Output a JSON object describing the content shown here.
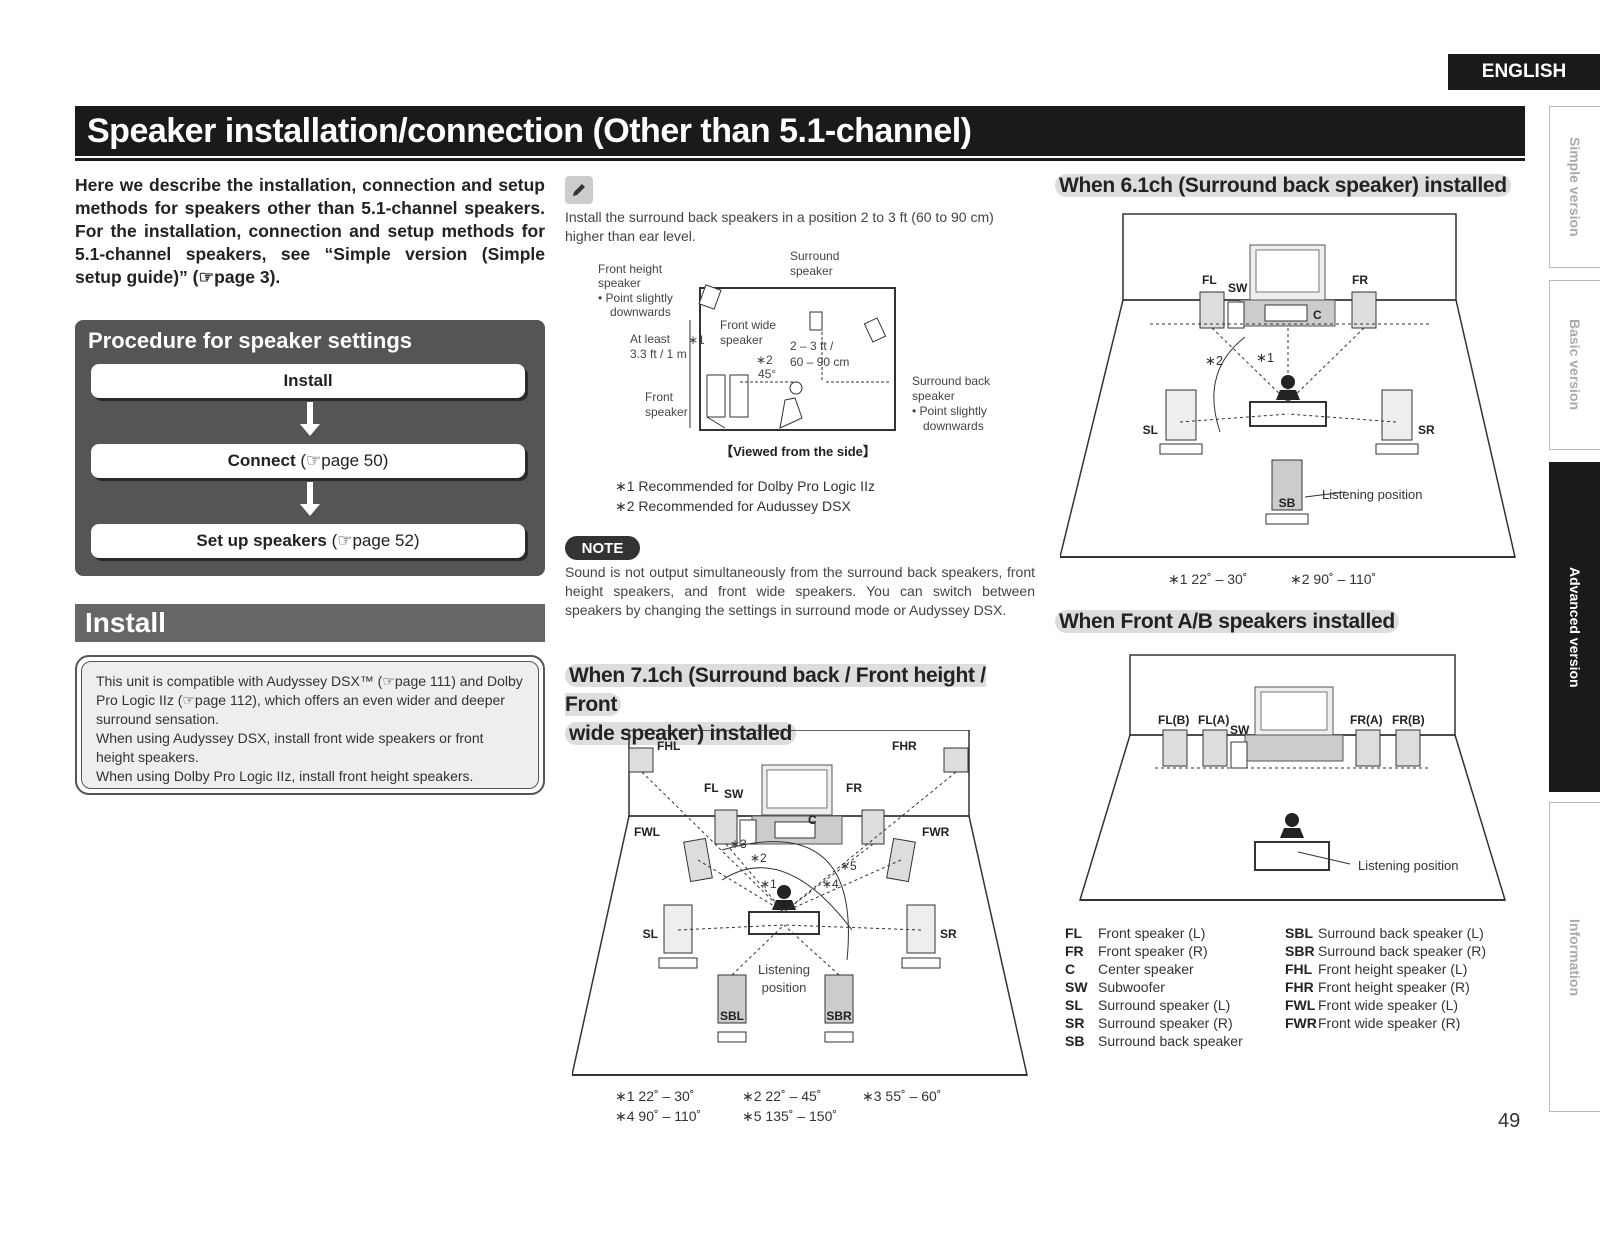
{
  "language_tab": "ENGLISH",
  "title": "Speaker installation/connection (Other than 5.1-channel)",
  "side_tabs": [
    "Simple version",
    "Basic version",
    "Advanced version",
    "Information"
  ],
  "intro": "Here we describe the installation, connection and setup methods for speakers other than 5.1-channel speakers. For the installation, connection and setup methods for 5.1-channel speakers, see “Simple version (Simple setup guide)” (☞page 3).",
  "procedure": {
    "title": "Procedure for speaker settings",
    "steps": [
      {
        "label": "Install",
        "ref": ""
      },
      {
        "label": "Connect",
        "ref": "(☞page 50)"
      },
      {
        "label": "Set up speakers",
        "ref": "(☞page 52)"
      }
    ]
  },
  "install_heading": "Install",
  "install_note": [
    "This unit is compatible with Audyssey DSX™ (☞page 111) and Dolby Pro Logic IIz (☞page 112), which offers an even wider and deeper surround sensation.",
    "When using Audyssey DSX, install front wide speakers or front height speakers.",
    "When using Dolby Pro Logic IIz, install front height speakers."
  ],
  "tip_text": "Install the surround back speakers in a position 2 to 3 ft (60 to 90 cm) higher than ear level.",
  "side_diagram": {
    "front_height": [
      "Front height",
      "speaker",
      "• Point slightly",
      "downwards"
    ],
    "surround": [
      "Surround",
      "speaker"
    ],
    "front_wide": [
      "Front wide",
      "speaker"
    ],
    "at_least": [
      "At least",
      "3.3 ft / 1 m"
    ],
    "gap": [
      "2 – 3 ft /",
      "60 – 90 cm"
    ],
    "angle": "45°",
    "front": [
      "Front",
      "speaker"
    ],
    "surround_back": [
      "Surround back",
      "speaker",
      "• Point slightly",
      "downwards"
    ],
    "caption": "【Viewed from the side】",
    "mark1": "∗1",
    "mark2": "∗2"
  },
  "footnotes_side": [
    "∗1  Recommended for Dolby Pro Logic IIz",
    "∗2  Recommended for Audussey DSX"
  ],
  "note_label": "NOTE",
  "note_text": "Sound is not output simultaneously from the surround back speakers, front height speakers, and front wide speakers. You can switch between speakers by changing the settings in surround mode or Audyssey DSX.",
  "section_71": {
    "heading_line1": "When 7.1ch (Surround back / Front height / Front",
    "heading_line2": "wide speaker) installed",
    "labels": {
      "FHL": "FHL",
      "FHR": "FHR",
      "FL": "FL",
      "FR": "FR",
      "SW": "SW",
      "C": "C",
      "FWL": "FWL",
      "FWR": "FWR",
      "SL": "SL",
      "SR": "SR",
      "SBL": "SBL",
      "SBR": "SBR"
    },
    "listening": [
      "Listening",
      "position"
    ],
    "marks": [
      "∗1",
      "∗2",
      "∗3",
      "∗4",
      "∗5"
    ],
    "footnotes_row1": [
      "∗1  22˚ – 30˚",
      "∗2  22˚ – 45˚",
      "∗3  55˚ – 60˚"
    ],
    "footnotes_row2": [
      "∗4  90˚ – 110˚",
      "∗5  135˚ – 150˚"
    ]
  },
  "section_61": {
    "heading": "When 6.1ch (Surround back speaker) installed",
    "labels": {
      "FL": "FL",
      "SW": "SW",
      "FR": "FR",
      "C": "C",
      "SL": "SL",
      "SR": "SR",
      "SB": "SB"
    },
    "listening": "Listening position",
    "marks": [
      "∗2",
      "∗1"
    ],
    "footnotes": [
      "∗1  22˚ – 30˚",
      "∗2  90˚ – 110˚"
    ]
  },
  "section_ab": {
    "heading": "When Front A/B speakers installed",
    "labels": {
      "FLB": "FL(B)",
      "FLA": "FL(A)",
      "SW": "SW",
      "FRA": "FR(A)",
      "FRB": "FR(B)"
    },
    "listening": "Listening position"
  },
  "legend": [
    {
      "abbr": "FL",
      "text": "Front speaker (L)"
    },
    {
      "abbr": "FR",
      "text": "Front speaker (R)"
    },
    {
      "abbr": "C",
      "text": "Center speaker"
    },
    {
      "abbr": "SW",
      "text": "Subwoofer"
    },
    {
      "abbr": "SL",
      "text": "Surround speaker (L)"
    },
    {
      "abbr": "SR",
      "text": "Surround speaker (R)"
    },
    {
      "abbr": "SB",
      "text": "Surround back speaker"
    },
    {
      "abbr": "SBL",
      "text": "Surround back speaker (L)"
    },
    {
      "abbr": "SBR",
      "text": "Surround back speaker (R)"
    },
    {
      "abbr": "FHL",
      "text": "Front height speaker (L)"
    },
    {
      "abbr": "FHR",
      "text": "Front height speaker (R)"
    },
    {
      "abbr": "FWL",
      "text": "Front wide speaker (L)"
    },
    {
      "abbr": "FWR",
      "text": "Front wide speaker (R)"
    }
  ],
  "page_number": "49"
}
